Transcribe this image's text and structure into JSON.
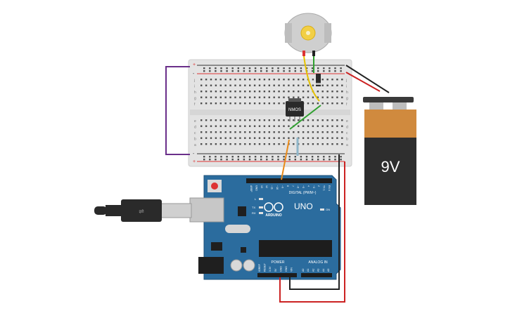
{
  "board": {
    "brand": "ARDUINO",
    "model": "UNO",
    "digital_label": "DIGITAL (PWM~)",
    "analog_label": "ANALOG IN",
    "power_label": "POWER",
    "on_label": "ON",
    "l_label": "L",
    "tx_label": "TX",
    "rx_label": "RX",
    "digital_pins": [
      "AREF",
      "GND",
      "13",
      "12",
      "~11",
      "~10",
      "~9",
      "8",
      "7",
      "~6",
      "~5",
      "4",
      "~3",
      "2",
      "TX 1",
      "RX 0"
    ],
    "power_pins": [
      "IOREF",
      "RESET",
      "3.3V",
      "5V",
      "GND",
      "GND",
      "VIN"
    ],
    "analog_pins": [
      "A0",
      "A1",
      "A2",
      "A3",
      "A4",
      "A5"
    ]
  },
  "transistor": {
    "label": "NMOS"
  },
  "battery": {
    "label": "9V"
  },
  "breadboard": {
    "row_letters_top": [
      "j",
      "i",
      "h",
      "g",
      "f"
    ],
    "row_letters_bottom": [
      "e",
      "d",
      "c",
      "b",
      "a"
    ],
    "rail_plus": "+",
    "rail_minus": "-"
  },
  "colors": {
    "breadboard": "#e6e6e6",
    "arduino_board": "#2b6c9e",
    "battery_top": "#d08a3e",
    "battery_body": "#2e2e2e",
    "wire_purple": "#6a2f8a",
    "wire_yellow": "#e6c200",
    "wire_green": "#2fa02f",
    "wire_orange": "#e88a1a",
    "wire_red": "#cc2222",
    "wire_black": "#222222"
  }
}
